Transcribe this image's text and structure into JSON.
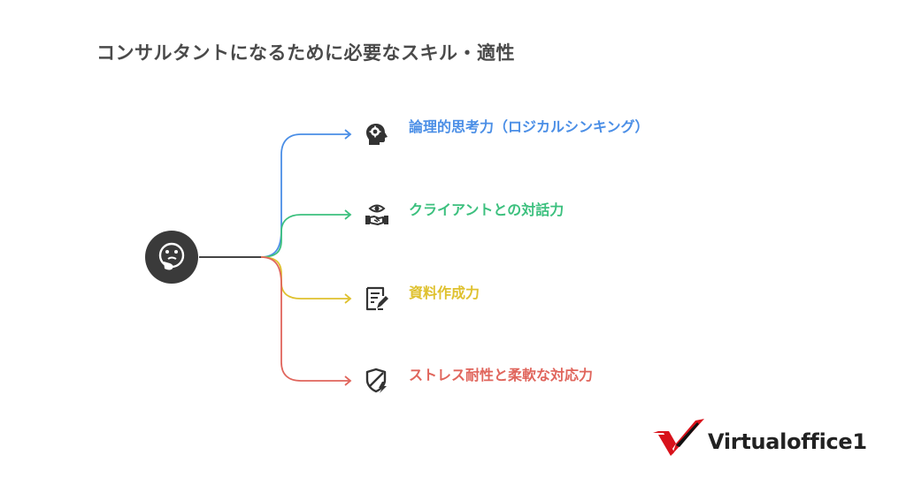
{
  "title": "コンサルタントになるために必要なスキル・適性",
  "root": {
    "icon": "thinking-face-icon"
  },
  "branches": [
    {
      "label": "論理的思考力（ロジカルシンキング）",
      "color": "#4a8ee6",
      "icon": "brain-head-icon"
    },
    {
      "label": "クライアントとの対話力",
      "color": "#3cc07e",
      "icon": "handshake-eye-icon"
    },
    {
      "label": "資料作成力",
      "color": "#dfc12e",
      "icon": "document-edit-icon"
    },
    {
      "label": "ストレス耐性と柔軟な対応力",
      "color": "#e0655c",
      "icon": "shield-bolt-icon"
    }
  ],
  "logo": {
    "text": "Virtualoffice1",
    "brand_color": "#d8121b"
  }
}
